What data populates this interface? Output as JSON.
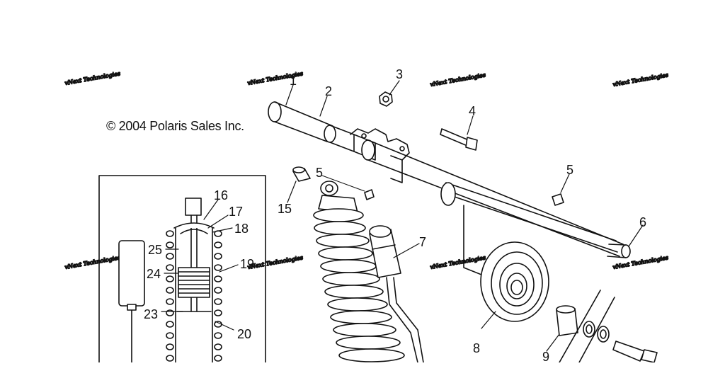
{
  "copyright": "© 2004 Polaris Sales Inc.",
  "watermark": "vNext Technologies",
  "callouts": [
    "1",
    "2",
    "3",
    "4",
    "5",
    "5",
    "6",
    "7",
    "8",
    "9",
    "15",
    "16",
    "17",
    "18",
    "19",
    "20",
    "23",
    "24",
    "25"
  ],
  "colors": {
    "line": "#111111",
    "background": "#ffffff",
    "watermark": "#9a9a9a"
  }
}
